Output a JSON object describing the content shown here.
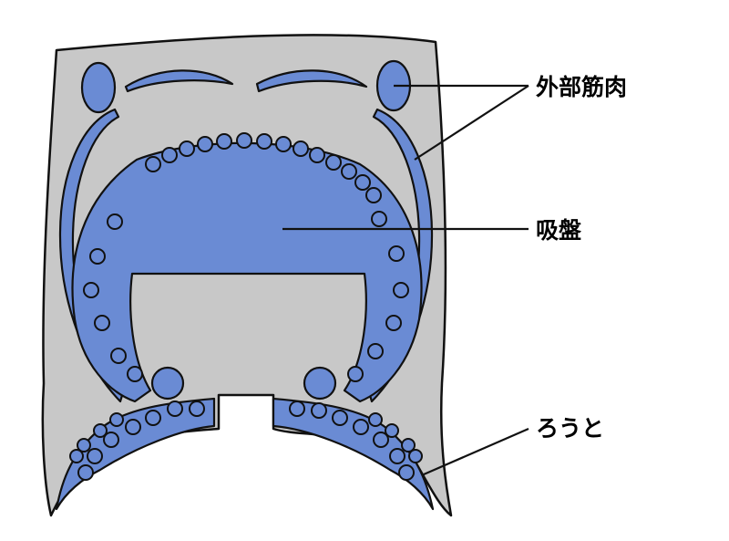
{
  "labels": {
    "outer_muscle": "外部筋肉",
    "sucker": "吸盤",
    "funnel": "ろうと"
  },
  "colors": {
    "body": "#c8c8c8",
    "tissue": "#6a8bd4",
    "outline": "#111111",
    "background": "#ffffff"
  }
}
